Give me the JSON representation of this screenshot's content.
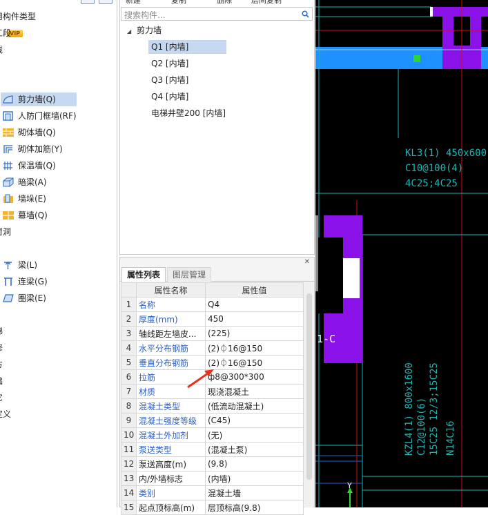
{
  "left_tree": {
    "items": [
      {
        "label": "用构件类型",
        "icon": "",
        "kind": "group"
      },
      {
        "label": "工段",
        "icon": "",
        "kind": "group",
        "badge": "VIP"
      },
      {
        "label": "线",
        "icon": "",
        "kind": "group"
      },
      {
        "label": "剪力墙(Q)",
        "icon": "shear-wall-icon",
        "kind": "item",
        "selected": true
      },
      {
        "label": "人防门框墙(RF)",
        "icon": "civil-defense-door-wall-icon",
        "kind": "item"
      },
      {
        "label": "砌体墙(Q)",
        "icon": "masonry-wall-icon",
        "kind": "item"
      },
      {
        "label": "砌体加筋(Y)",
        "icon": "masonry-reinforcement-icon",
        "kind": "item"
      },
      {
        "label": "保温墙(Q)",
        "icon": "insulation-wall-icon",
        "kind": "item"
      },
      {
        "label": "暗梁(A)",
        "icon": "hidden-beam-icon",
        "kind": "item"
      },
      {
        "label": "墙垛(E)",
        "icon": "wall-pier-icon",
        "kind": "item"
      },
      {
        "label": "幕墙(Q)",
        "icon": "curtain-wall-icon",
        "kind": "item"
      },
      {
        "label": "窗洞",
        "icon": "",
        "kind": "group"
      },
      {
        "label": "梁(L)",
        "icon": "beam-icon",
        "kind": "item"
      },
      {
        "label": "连梁(G)",
        "icon": "coupling-beam-icon",
        "kind": "item"
      },
      {
        "label": "圈梁(E)",
        "icon": "ring-beam-icon",
        "kind": "item"
      },
      {
        "label": "梯",
        "icon": "",
        "kind": "group"
      },
      {
        "label": "修",
        "icon": "",
        "kind": "group"
      },
      {
        "label": "方",
        "icon": "",
        "kind": "group"
      },
      {
        "label": "础",
        "icon": "",
        "kind": "group"
      },
      {
        "label": "它",
        "icon": "",
        "kind": "group"
      },
      {
        "label": "定义",
        "icon": "",
        "kind": "group"
      }
    ]
  },
  "toolbar": {
    "new_label": "新建",
    "copy_label": "复制",
    "delete_label": "删除",
    "layer_copy_label": "层间复制"
  },
  "search": {
    "placeholder": "搜索构件..."
  },
  "component_tree": {
    "root": "剪力墙",
    "items": [
      {
        "label": "Q1 [内墙]",
        "selected": true
      },
      {
        "label": "Q2 [内墙]",
        "selected": false
      },
      {
        "label": "Q3 [内墙]",
        "selected": false
      },
      {
        "label": "Q4 [内墙]",
        "selected": false
      },
      {
        "label": "电梯井壁200 [内墙]",
        "selected": false
      }
    ]
  },
  "properties": {
    "tabs": [
      "属性列表",
      "图层管理"
    ],
    "headers": [
      "属性名称",
      "属性值"
    ],
    "rows": [
      {
        "no": "1",
        "name": "名称",
        "value": "Q4",
        "color": "blue"
      },
      {
        "no": "2",
        "name": "厚度(mm)",
        "value": "450",
        "color": "blue"
      },
      {
        "no": "3",
        "name": "轴线距左墙皮...",
        "value": "(225)",
        "color": "black"
      },
      {
        "no": "4",
        "name": "水平分布钢筋",
        "value": "(2)⏀16@150",
        "color": "blue"
      },
      {
        "no": "5",
        "name": "垂直分布钢筋",
        "value": "(2)⏀16@150",
        "color": "blue"
      },
      {
        "no": "6",
        "name": "拉筋",
        "value": "ф8@300*300",
        "color": "blue"
      },
      {
        "no": "7",
        "name": "材质",
        "value": "现浇混凝土",
        "color": "blue"
      },
      {
        "no": "8",
        "name": "混凝土类型",
        "value": "(低流动混凝土)",
        "color": "blue"
      },
      {
        "no": "9",
        "name": "混凝土强度等级",
        "value": "(C45)",
        "color": "blue"
      },
      {
        "no": "10",
        "name": "混凝土外加剂",
        "value": "(无)",
        "color": "blue"
      },
      {
        "no": "11",
        "name": "泵送类型",
        "value": "(混凝土泵)",
        "color": "blue"
      },
      {
        "no": "12",
        "name": "泵送高度(m)",
        "value": "(9.8)",
        "color": "black"
      },
      {
        "no": "13",
        "name": "内/外墙标志",
        "value": "(内墙)",
        "color": "black"
      },
      {
        "no": "14",
        "name": "类别",
        "value": "混凝土墙",
        "color": "blue"
      },
      {
        "no": "15",
        "name": "起点顶标高(m)",
        "value": "层顶标高(9.8)",
        "color": "black"
      }
    ]
  },
  "canvas": {
    "beam_label_1": [
      "KL3(1) 450x600",
      "C10@100(4)",
      "4C25;4C25"
    ],
    "beam_label_2": [
      "KZL4(1) 800x1600",
      "C12@100(6)",
      "15C25 12/3;15C25",
      "N14C16"
    ],
    "axis_label": "1-C",
    "axis_y": "Y"
  },
  "colors": {
    "selection": "#c6d8f0",
    "property_blue": "#2b5fc7",
    "cad_cyan": "#1fb5b5",
    "cad_purple": "#8a12e8",
    "cad_blue": "#1e90ff",
    "annotation_arrow": "#e8321e"
  }
}
